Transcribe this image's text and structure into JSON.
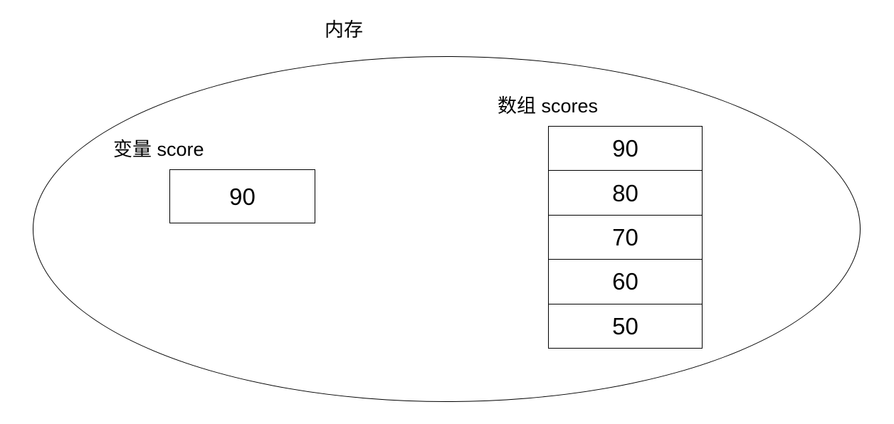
{
  "diagram": {
    "title": "内存",
    "variable": {
      "label": "变量 score",
      "value": "90"
    },
    "array": {
      "label": "数组 scores",
      "values": [
        "90",
        "80",
        "70",
        "60",
        "50"
      ]
    },
    "colors": {
      "line": "#000000",
      "text": "#000000",
      "background": "#ffffff"
    }
  }
}
